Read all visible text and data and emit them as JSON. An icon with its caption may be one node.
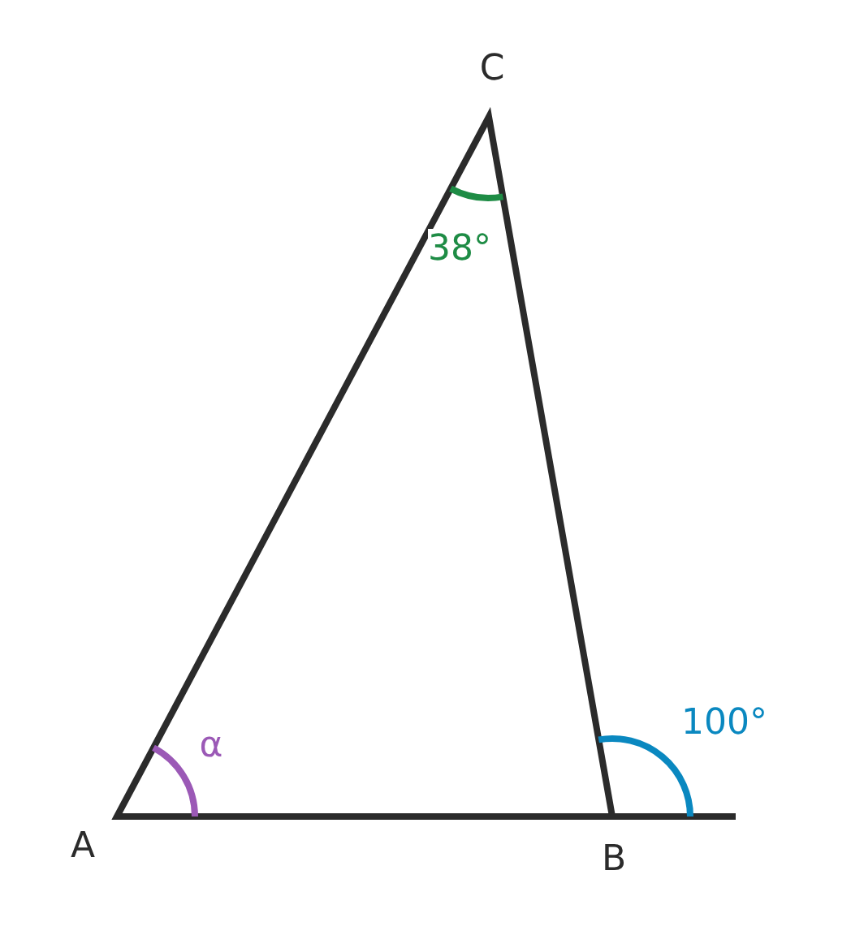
{
  "diagram": {
    "labels": [
      "C",
      "38°",
      "100°",
      "α",
      "A",
      "B"
    ]
  }
}
